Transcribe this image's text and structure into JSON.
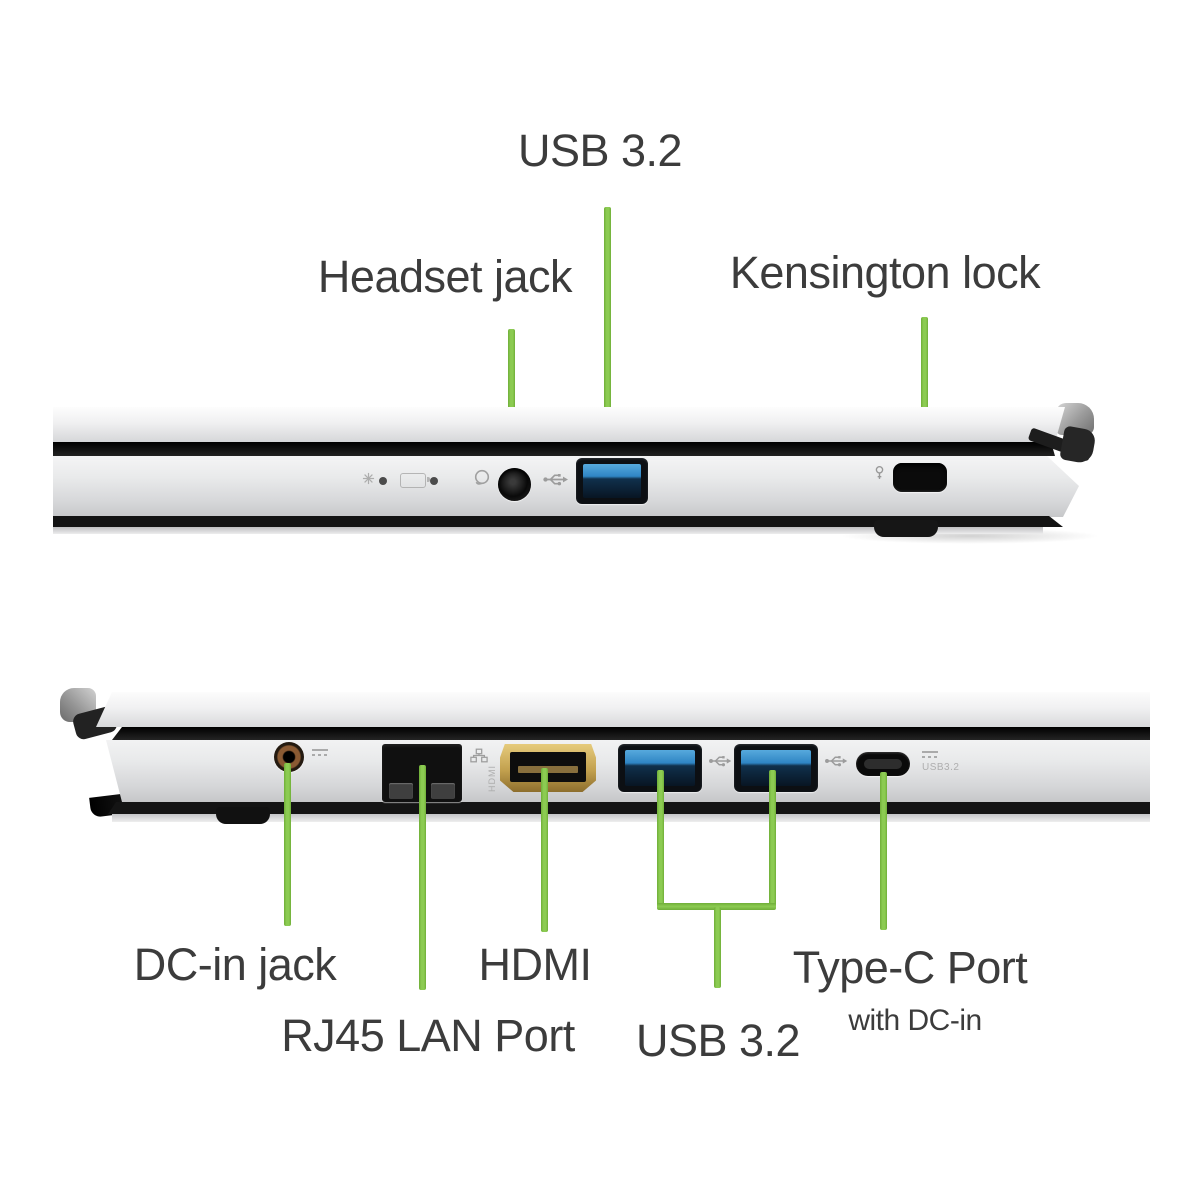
{
  "diagram": {
    "title_present": false,
    "colors": {
      "accent_green": "#82c643",
      "label_text": "#3c3c3c",
      "usb_blue": "#2f85c4",
      "hdmi_gold": "#c2a04e",
      "dc_copper": "#8a5a33",
      "chassis_silver": "#d9dadc",
      "chassis_dark": "#141414",
      "background": "#ffffff"
    }
  },
  "top_view": {
    "description": "laptop right-side profile",
    "labels": {
      "usb": "USB 3.2",
      "headset": "Headset jack",
      "kensington": "Kensington lock"
    }
  },
  "bottom_view": {
    "description": "laptop left-side profile",
    "labels": {
      "dc": "DC-in jack",
      "rj45": "RJ45 LAN Port",
      "hdmi": "HDMI",
      "usb": "USB 3.2",
      "typec": "Type-C Port",
      "typec_sub": "with DC-in"
    },
    "port_markings": {
      "hdmi": "HDMI",
      "typec": "USB3.2"
    }
  }
}
